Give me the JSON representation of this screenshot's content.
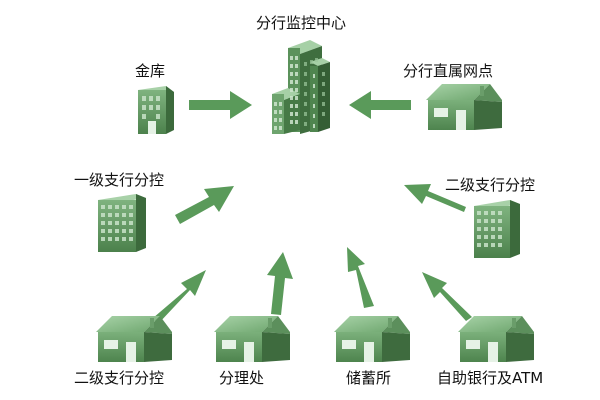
{
  "labels": {
    "center": "分行监控中心",
    "vault": "金库",
    "branch_outlet": "分行直属网点",
    "level1_branch": "一级支行分控",
    "level2_branch_right": "二级支行分控",
    "level2_branch_bottom": "二级支行分控",
    "sub_office": "分理处",
    "savings_office": "储蓄所",
    "self_service": "自助银行及ATM"
  },
  "colors": {
    "arrow": "#5a9a5a",
    "building_front": "#6a9e6a",
    "building_side": "#3f6e3f",
    "building_top": "#8bbd8b",
    "window": "#b9d9b9",
    "house_roof": "#7fb47f",
    "house_wall": "#5f955f",
    "house_door": "#e8f3e8"
  },
  "icons": [
    "tower-icon",
    "building-icon",
    "house-icon",
    "arrow-icon"
  ]
}
